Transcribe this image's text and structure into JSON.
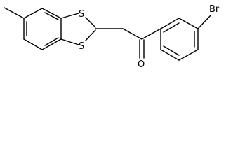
{
  "molecule": {
    "atoms": {
      "sulfur_top": "S",
      "sulfur_bottom": "S",
      "oxygen": "O",
      "bromine": "Br"
    }
  }
}
